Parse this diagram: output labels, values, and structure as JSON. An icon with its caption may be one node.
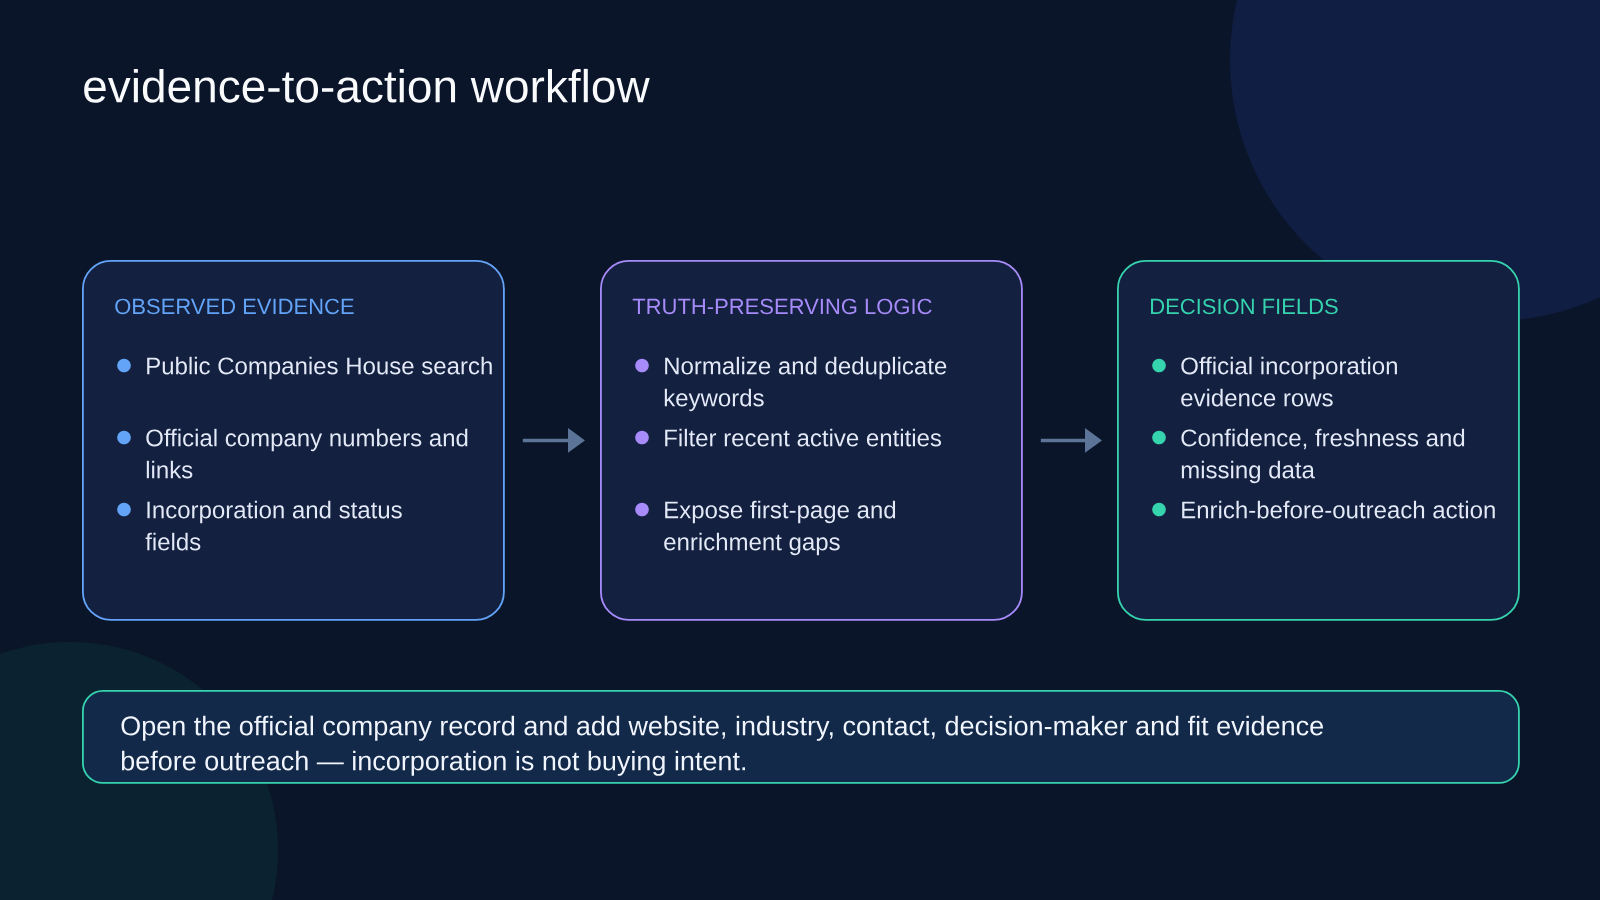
{
  "diagram": {
    "title": "evidence-to-action workflow",
    "nodes": [
      {
        "text": [
          "OBSERVED EVIDENCE",
          "Public Companies House search",
          "Official company numbers and links",
          "Incorporation and status fields"
        ]
      },
      {
        "text": [
          "TRUTH-PRESERVING LOGIC",
          "Normalize and deduplicate keywords",
          "Filter recent active entities",
          "Expose first-page and enrichment gaps"
        ]
      },
      {
        "text": [
          "DECISION FIELDS",
          "Official incorporation evidence rows",
          "Confidence, freshness and missing data",
          "Enrich-before-outreach action"
        ]
      },
      {
        "text": [
          "Open the official company record and add website, industry, contact, decision-maker and fit evidence before outreach — incorporation is not buying intent."
        ]
      }
    ],
    "edges": [
      {
        "from": 0,
        "to": 1,
        "arrow": "to"
      },
      {
        "from": 1,
        "to": 2,
        "arrow": "to"
      }
    ]
  }
}
